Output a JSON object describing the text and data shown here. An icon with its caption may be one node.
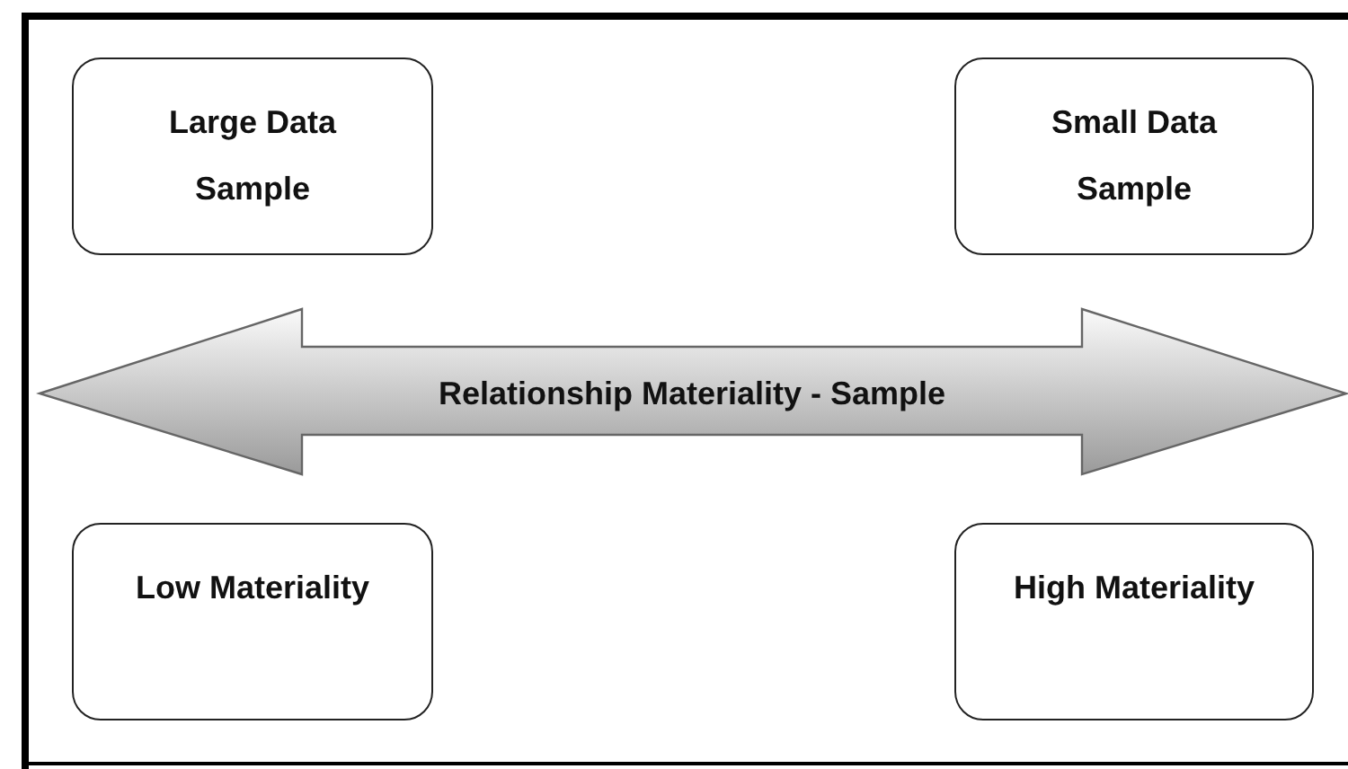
{
  "diagram": {
    "nodes": [
      {
        "text": [
          "Large Data Sample"
        ]
      },
      {
        "text": [
          "Small Data Sample"
        ]
      },
      {
        "text": [
          "Relationship Materiality - Sample"
        ]
      },
      {
        "text": [
          "Low Materiality"
        ]
      },
      {
        "text": [
          "High Materiality"
        ]
      }
    ]
  }
}
